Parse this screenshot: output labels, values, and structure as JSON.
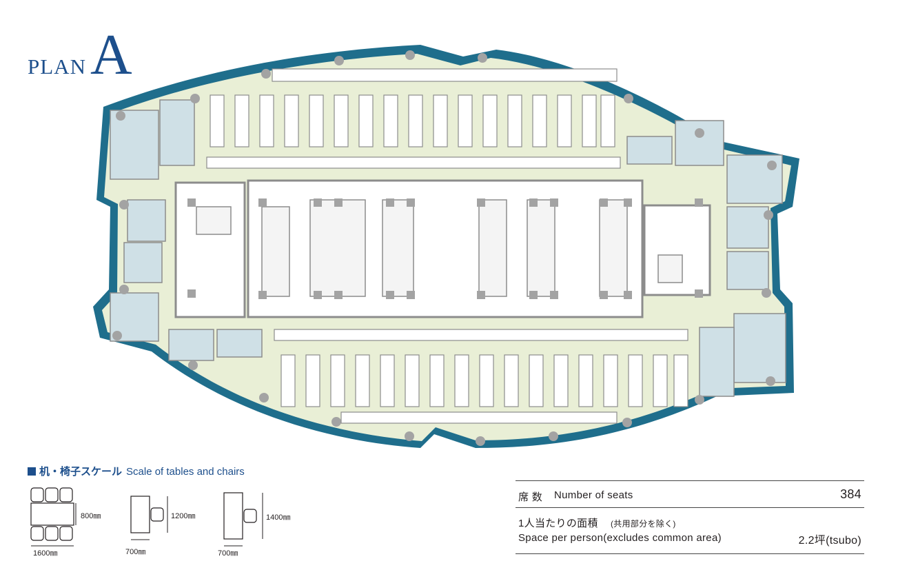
{
  "title": {
    "plan": "PLAN",
    "letter": "A"
  },
  "colors": {
    "accent": "#1d4f8c",
    "floor": "#e9efd6",
    "room": "#cfe0e6",
    "perimeter": "#1f6e8c",
    "wall": "#8c8c8c",
    "column": "#a3a3a3"
  },
  "scale": {
    "heading_jp": "机・椅子スケール",
    "heading_en": "Scale of tables and chairs",
    "items": [
      {
        "depth_label": "800㎜",
        "width_label": "1600㎜"
      },
      {
        "depth_label": "1200㎜",
        "width_label": "700㎜"
      },
      {
        "depth_label": "1400㎜",
        "width_label": "700㎜"
      }
    ]
  },
  "stats": {
    "seats_jp": "席 数",
    "seats_en": "Number of seats",
    "seats_value": "384",
    "area_jp": "1人当たりの面積",
    "area_jp_note": "(共用部分を除く)",
    "area_en": "Space per person(excludes common area)",
    "area_value": "2.2坪(tsubo)"
  }
}
